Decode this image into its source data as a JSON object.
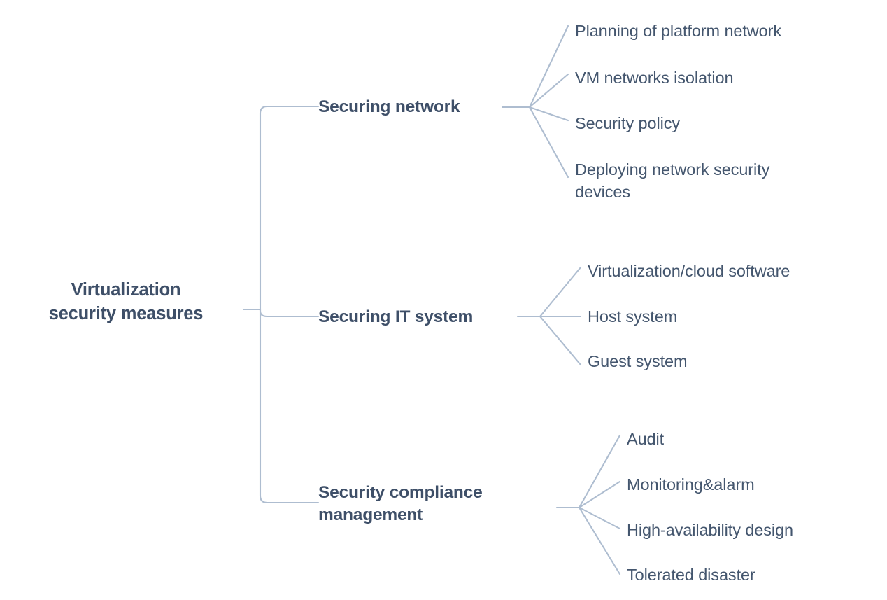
{
  "diagram": {
    "type": "mind-map",
    "title": "Virtualization security measures",
    "colors": {
      "heading_text": "#3e4f68",
      "leaf_text": "#44566e",
      "connector_line": "#aebdd0",
      "background": "#ffffff"
    },
    "root": {
      "label": "Virtualization security measures",
      "line1": "Virtualization",
      "line2": "security measures"
    },
    "branches": [
      {
        "label": "Securing network",
        "line1": "Securing network",
        "line2": "",
        "leaves": [
          {
            "label": "Planning of platform network",
            "line1": "Planning of platform network",
            "line2": ""
          },
          {
            "label": "VM networks isolation",
            "line1": "VM networks isolation",
            "line2": ""
          },
          {
            "label": "Security policy",
            "line1": "Security policy",
            "line2": ""
          },
          {
            "label": "Deploying network security devices",
            "line1": "Deploying network security",
            "line2": "devices"
          }
        ]
      },
      {
        "label": "Securing IT system",
        "line1": "Securing IT system",
        "line2": "",
        "leaves": [
          {
            "label": "Virtualization/cloud software",
            "line1": "Virtualization/cloud software",
            "line2": ""
          },
          {
            "label": "Host system",
            "line1": "Host system",
            "line2": ""
          },
          {
            "label": "Guest system",
            "line1": "Guest system",
            "line2": ""
          }
        ]
      },
      {
        "label": "Security compliance management",
        "line1": "Security compliance",
        "line2": "management",
        "leaves": [
          {
            "label": "Audit",
            "line1": "Audit",
            "line2": ""
          },
          {
            "label": "Monitoring&alarm",
            "line1": "Monitoring&alarm",
            "line2": ""
          },
          {
            "label": "High-availability design",
            "line1": "High-availability design",
            "line2": ""
          },
          {
            "label": "Tolerated disaster",
            "line1": "Tolerated disaster",
            "line2": ""
          }
        ]
      }
    ]
  }
}
